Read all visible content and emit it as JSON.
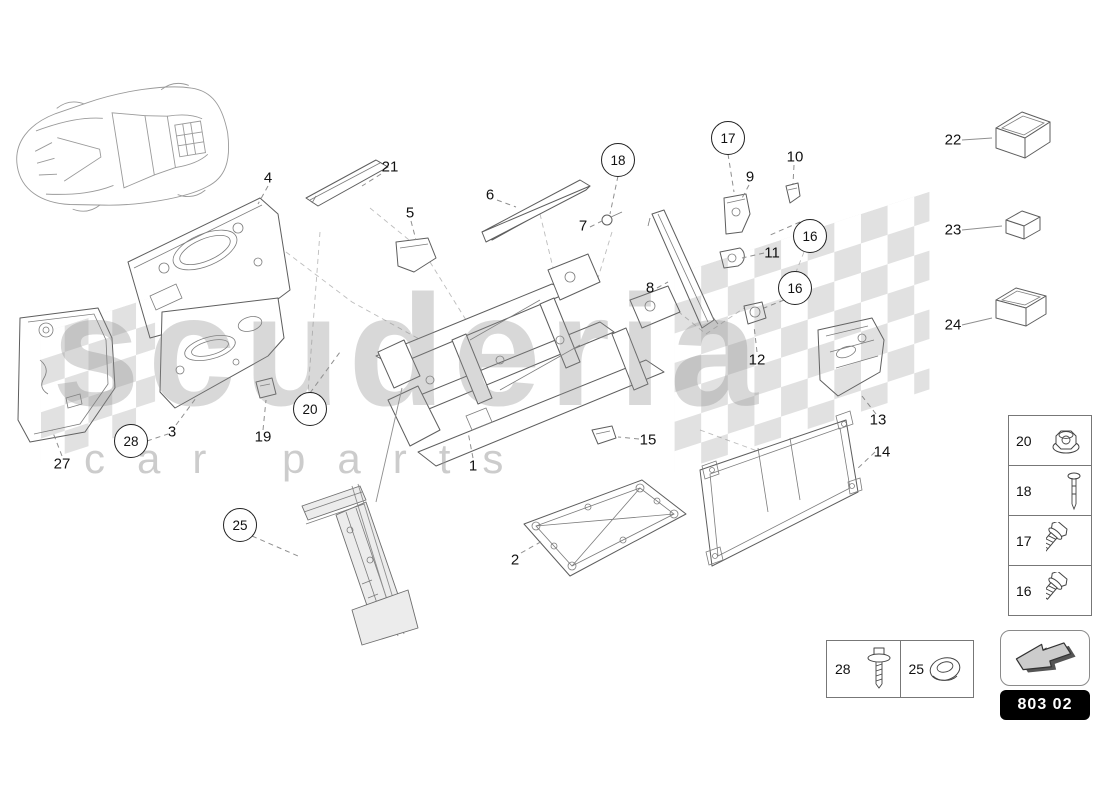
{
  "watermark": {
    "title": "scuderia",
    "subtitle": "car parts"
  },
  "page_code": "803 02",
  "callouts": {
    "c1": "1",
    "c2": "2",
    "c3": "3",
    "c4": "4",
    "c5": "5",
    "c6": "6",
    "c7": "7",
    "c8": "8",
    "c9": "9",
    "c10": "10",
    "c11": "11",
    "c12": "12",
    "c13": "13",
    "c14": "14",
    "c15": "15",
    "c16a": "16",
    "c16b": "16",
    "c17": "17",
    "c18": "18",
    "c19": "19",
    "c20": "20",
    "c21": "21",
    "c22": "22",
    "c23": "23",
    "c24": "24",
    "c25": "25",
    "c27": "27",
    "c28": "28"
  },
  "legend_right": {
    "rows": [
      {
        "label": "20",
        "icon": "flange-nut"
      },
      {
        "label": "18",
        "icon": "blind-rivet"
      },
      {
        "label": "17",
        "icon": "hex-flange-bolt"
      },
      {
        "label": "16",
        "icon": "hex-flange-bolt"
      }
    ]
  },
  "legend_bottom": {
    "cells": [
      {
        "label": "28",
        "icon": "hex-flange-screw"
      },
      {
        "label": "25",
        "icon": "grommet-nut"
      }
    ]
  }
}
